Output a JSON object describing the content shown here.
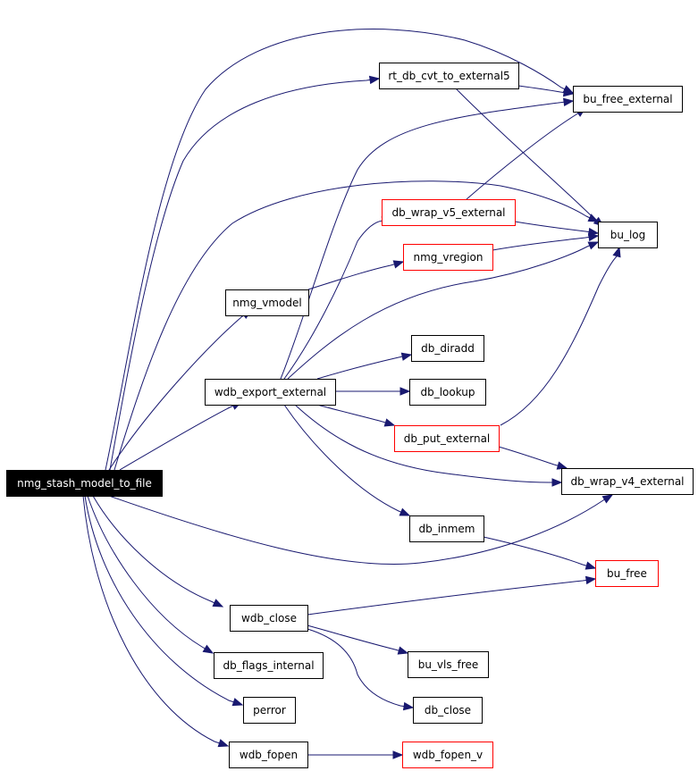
{
  "graph": {
    "nodes": [
      {
        "id": "nmg_stash_model_to_file",
        "label": "nmg_stash_model_to_file",
        "style": "root"
      },
      {
        "id": "rt_db_cvt_to_external5",
        "label": "rt_db_cvt_to_external5",
        "style": "normal"
      },
      {
        "id": "bu_free_external",
        "label": "bu_free_external",
        "style": "normal"
      },
      {
        "id": "db_wrap_v5_external",
        "label": "db_wrap_v5_external",
        "style": "truncated"
      },
      {
        "id": "bu_log",
        "label": "bu_log",
        "style": "normal"
      },
      {
        "id": "nmg_vregion",
        "label": "nmg_vregion",
        "style": "truncated"
      },
      {
        "id": "nmg_vmodel",
        "label": "nmg_vmodel",
        "style": "normal"
      },
      {
        "id": "db_diradd",
        "label": "db_diradd",
        "style": "normal"
      },
      {
        "id": "wdb_export_external",
        "label": "wdb_export_external",
        "style": "normal"
      },
      {
        "id": "db_lookup",
        "label": "db_lookup",
        "style": "normal"
      },
      {
        "id": "db_put_external",
        "label": "db_put_external",
        "style": "truncated"
      },
      {
        "id": "db_wrap_v4_external",
        "label": "db_wrap_v4_external",
        "style": "normal"
      },
      {
        "id": "db_inmem",
        "label": "db_inmem",
        "style": "normal"
      },
      {
        "id": "bu_free",
        "label": "bu_free",
        "style": "truncated"
      },
      {
        "id": "wdb_close",
        "label": "wdb_close",
        "style": "normal"
      },
      {
        "id": "db_flags_internal",
        "label": "db_flags_internal",
        "style": "normal"
      },
      {
        "id": "bu_vls_free",
        "label": "bu_vls_free",
        "style": "normal"
      },
      {
        "id": "perror",
        "label": "perror",
        "style": "normal"
      },
      {
        "id": "db_close",
        "label": "db_close",
        "style": "normal"
      },
      {
        "id": "wdb_fopen",
        "label": "wdb_fopen",
        "style": "normal"
      },
      {
        "id": "wdb_fopen_v",
        "label": "wdb_fopen_v",
        "style": "truncated"
      }
    ],
    "edges": [
      {
        "from": "nmg_stash_model_to_file",
        "to": "rt_db_cvt_to_external5"
      },
      {
        "from": "nmg_stash_model_to_file",
        "to": "bu_free_external"
      },
      {
        "from": "nmg_stash_model_to_file",
        "to": "bu_log"
      },
      {
        "from": "nmg_stash_model_to_file",
        "to": "nmg_vmodel"
      },
      {
        "from": "nmg_stash_model_to_file",
        "to": "wdb_export_external"
      },
      {
        "from": "nmg_stash_model_to_file",
        "to": "db_wrap_v4_external"
      },
      {
        "from": "nmg_stash_model_to_file",
        "to": "wdb_close"
      },
      {
        "from": "nmg_stash_model_to_file",
        "to": "db_flags_internal"
      },
      {
        "from": "nmg_stash_model_to_file",
        "to": "perror"
      },
      {
        "from": "nmg_stash_model_to_file",
        "to": "wdb_fopen"
      },
      {
        "from": "rt_db_cvt_to_external5",
        "to": "bu_free_external"
      },
      {
        "from": "rt_db_cvt_to_external5",
        "to": "bu_log"
      },
      {
        "from": "db_wrap_v5_external",
        "to": "bu_free_external"
      },
      {
        "from": "db_wrap_v5_external",
        "to": "bu_log"
      },
      {
        "from": "nmg_vregion",
        "to": "bu_log"
      },
      {
        "from": "nmg_vmodel",
        "to": "nmg_vregion"
      },
      {
        "from": "wdb_export_external",
        "to": "bu_free_external"
      },
      {
        "from": "wdb_export_external",
        "to": "db_wrap_v5_external"
      },
      {
        "from": "wdb_export_external",
        "to": "bu_log"
      },
      {
        "from": "wdb_export_external",
        "to": "db_diradd"
      },
      {
        "from": "wdb_export_external",
        "to": "db_lookup"
      },
      {
        "from": "wdb_export_external",
        "to": "db_put_external"
      },
      {
        "from": "wdb_export_external",
        "to": "db_wrap_v4_external"
      },
      {
        "from": "wdb_export_external",
        "to": "db_inmem"
      },
      {
        "from": "db_put_external",
        "to": "bu_log"
      },
      {
        "from": "db_put_external",
        "to": "db_wrap_v4_external"
      },
      {
        "from": "db_inmem",
        "to": "bu_free"
      },
      {
        "from": "wdb_close",
        "to": "bu_free"
      },
      {
        "from": "wdb_close",
        "to": "bu_vls_free"
      },
      {
        "from": "wdb_close",
        "to": "db_close"
      },
      {
        "from": "wdb_fopen",
        "to": "wdb_fopen_v"
      }
    ]
  },
  "colors": {
    "edge": "#191970",
    "node_border": "#000000",
    "truncated_border": "#ff0000",
    "root_fill": "#000000",
    "root_text": "#ffffff",
    "node_fill": "#ffffff",
    "node_text": "#000000"
  }
}
